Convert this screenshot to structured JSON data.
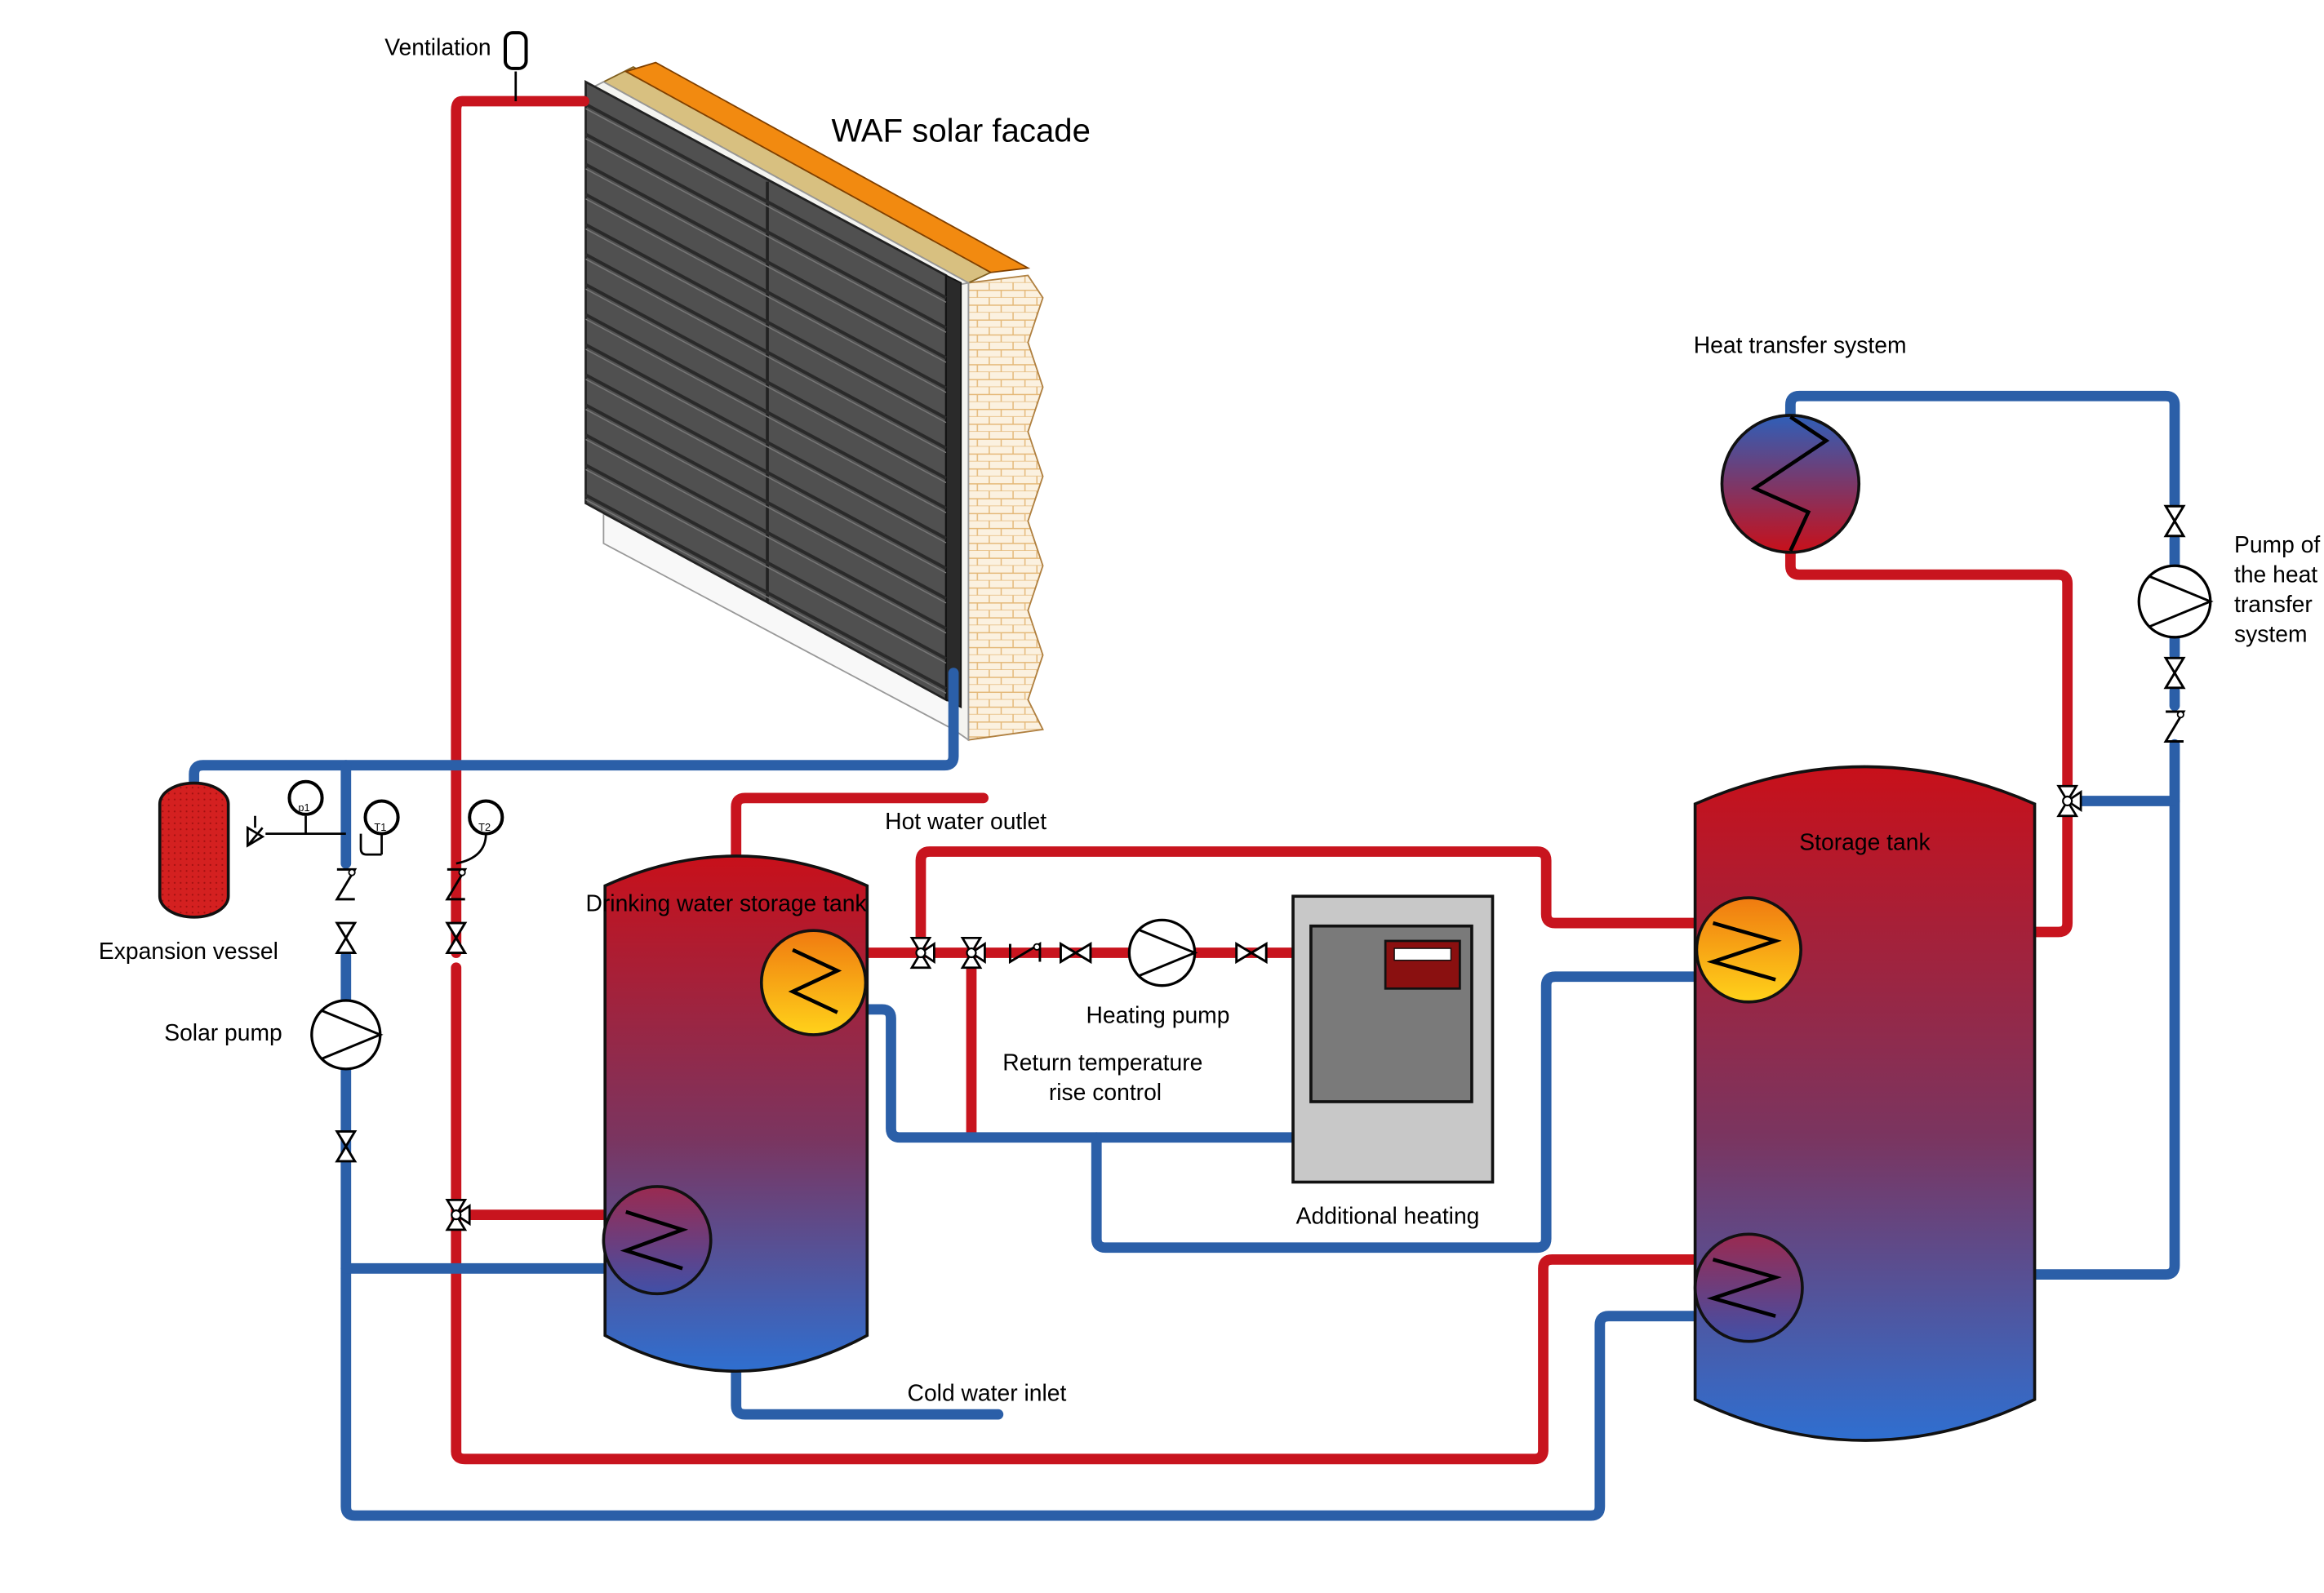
{
  "labels": {
    "ventilation": "Ventilation",
    "waf": "WAF solar facade",
    "heat_transfer_system": "Heat transfer system",
    "pump_heat_transfer": [
      "Pump of",
      "the heat",
      "transfer",
      "system"
    ],
    "expansion_vessel": "Expansion vessel",
    "solar_pump": "Solar pump",
    "hot_water_outlet": "Hot water outlet",
    "drinking_tank": "Drinking water storage tank",
    "heating_pump": "Heating pump",
    "return_control": [
      "Return temperature",
      "rise control"
    ],
    "additional_heating": "Additional heating",
    "storage_tank": "Storage tank",
    "cold_water_inlet": "Cold water inlet",
    "p1": "p1",
    "t1": "T1",
    "t2": "T2"
  },
  "colors": {
    "hot_pipe": "#c8141e",
    "cold_pipe": "#2b5fa8",
    "tank_top": "#c8101a",
    "tank_bottom": "#2f6fd0",
    "collector": "#505050",
    "expansion_vessel": "#d42020"
  }
}
